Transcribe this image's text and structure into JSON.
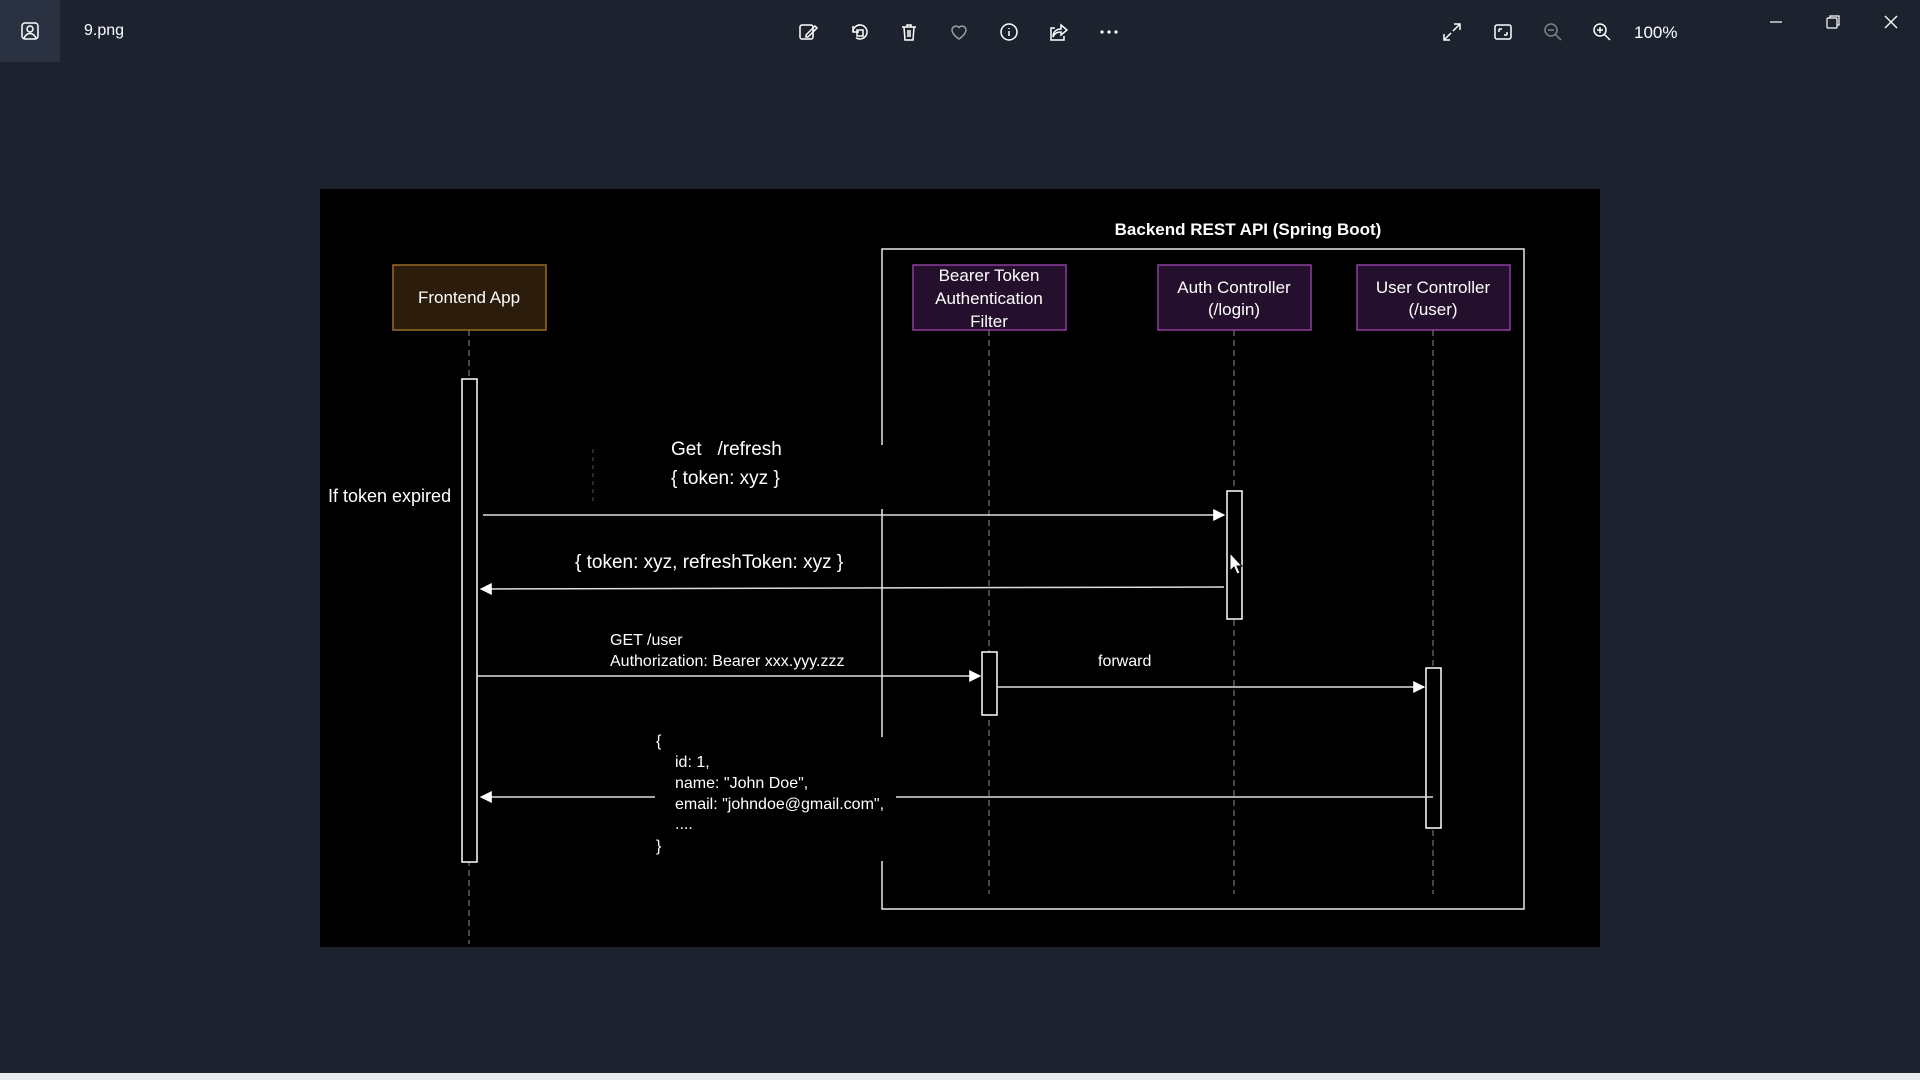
{
  "window": {
    "filename": "9.png",
    "zoom_level": "100%"
  },
  "toolbar": {
    "left_icons": [
      "edit-image-icon",
      "rotate-icon",
      "delete-icon",
      "favorite-icon",
      "info-icon",
      "share-icon",
      "more-icon"
    ],
    "right_icons": [
      "fullscreen-icon",
      "fit-to-window-icon",
      "zoom-out-icon",
      "zoom-in-icon"
    ],
    "window_controls": [
      "minimize-icon",
      "restore-icon",
      "close-icon"
    ]
  },
  "diagram": {
    "group_label": "Backend REST API (Spring Boot)",
    "participants": {
      "frontend": "Frontend App",
      "filter": [
        "Bearer Token",
        "Authentication",
        "Filter"
      ],
      "auth": [
        "Auth Controller",
        "(/login)"
      ],
      "user": [
        "User Controller",
        "(/user)"
      ]
    },
    "note_token_expired": "If token expired",
    "messages": {
      "refresh_request": [
        "Get   /refresh",
        "{ token: xyz }"
      ],
      "refresh_response": "{ token: xyz, refreshToken: xyz }",
      "user_request": [
        "GET /user",
        "Authorization: Bearer xxx.yyy.zzz"
      ],
      "forward": "forward",
      "user_response": [
        "{",
        "id: 1,",
        "name: \"John Doe\",",
        "email: \"johndoe@gmail.com\",",
        "....",
        "}"
      ]
    }
  }
}
